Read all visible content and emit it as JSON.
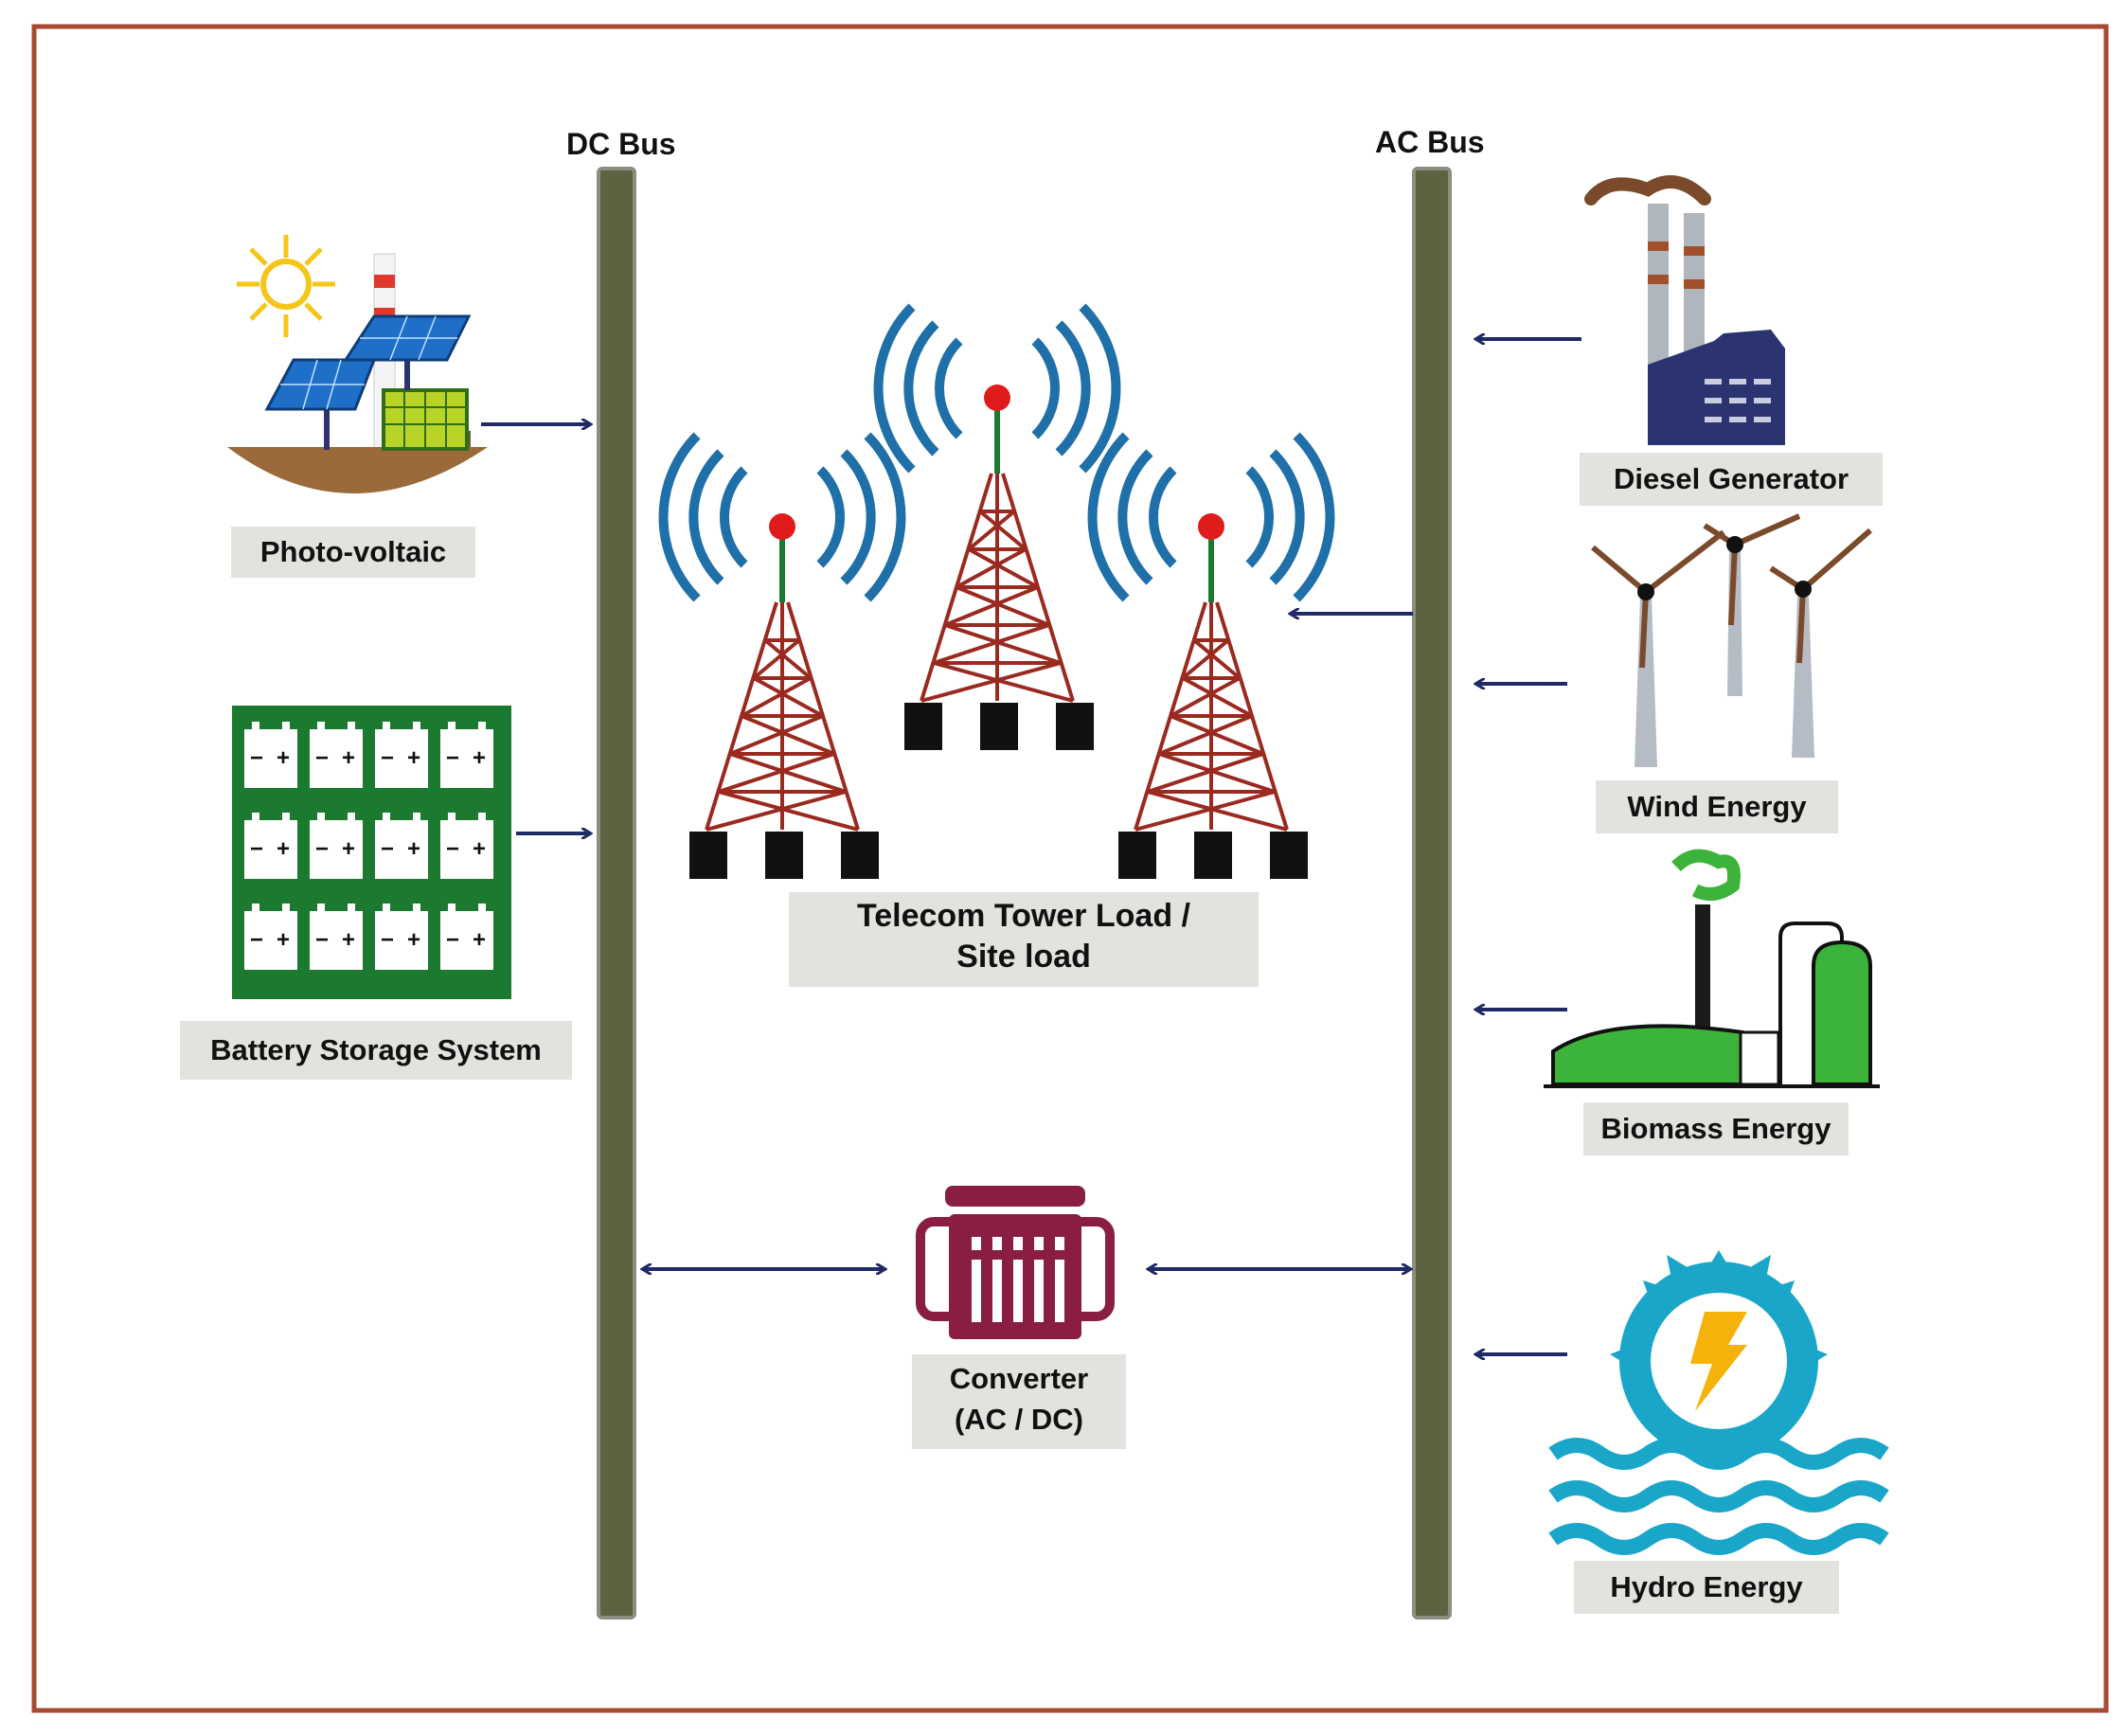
{
  "buses": {
    "dc": "DC Bus",
    "ac": "AC Bus"
  },
  "labels": {
    "pv": "Photo-voltaic",
    "battery": "Battery Storage System",
    "diesel": "Diesel Generator",
    "wind": "Wind Energy",
    "biomass": "Biomass Energy",
    "hydro": "Hydro Energy",
    "load_line1": "Telecom Tower Load /",
    "load_line2": "Site load",
    "converter_line1": "Converter",
    "converter_line2": "(AC / DC)"
  },
  "battery_cell_signs": {
    "minus": "−",
    "plus": "+"
  },
  "colors": {
    "frame": "#a84a32",
    "bus": "#5b6340",
    "arrow": "#1f2a66",
    "tower": "#9a2a20",
    "signal": "#1f6fa8",
    "battery_green": "#1c7a30",
    "converter": "#8a1d44",
    "hydro_blue": "#1aa6c8",
    "biomass_green": "#3cb33a",
    "factory_navy": "#2b3470"
  }
}
